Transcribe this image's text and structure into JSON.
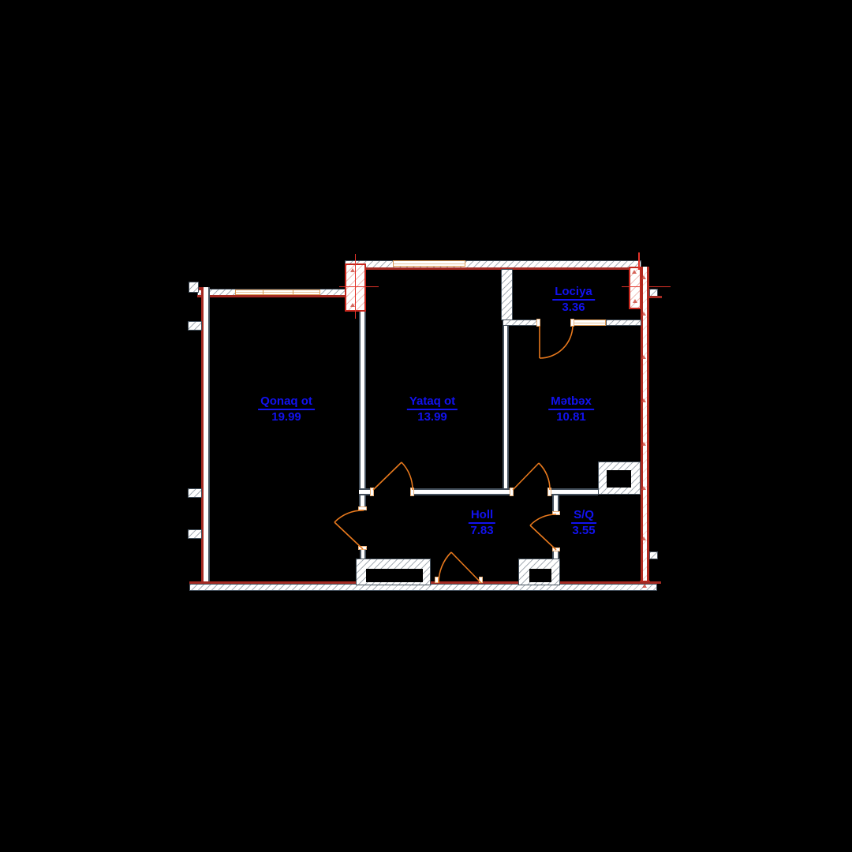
{
  "drawing": {
    "type": "apartment-floor-plan",
    "rooms": [
      {
        "id": "qonaq",
        "name": "Qonaq ot",
        "area": "19.99"
      },
      {
        "id": "yataq",
        "name": "Yataq ot",
        "area": "13.99"
      },
      {
        "id": "lociya",
        "name": "Lociya",
        "area": "3.36"
      },
      {
        "id": "metbex",
        "name": "Mətbəx",
        "area": "10.81"
      },
      {
        "id": "holl",
        "name": "Holl",
        "area": "7.83"
      },
      {
        "id": "sq",
        "name": "S/Q",
        "area": "3.55"
      }
    ],
    "colors": {
      "background": "#000000",
      "label_blue": "#1212ef",
      "wall_red": "#a42a22",
      "column_red": "#c8281e",
      "crosshair_red": "#e23329",
      "door_orange": "#e8791d",
      "window_orange": "#dc9a55",
      "wall_gray": "#44505c"
    }
  }
}
